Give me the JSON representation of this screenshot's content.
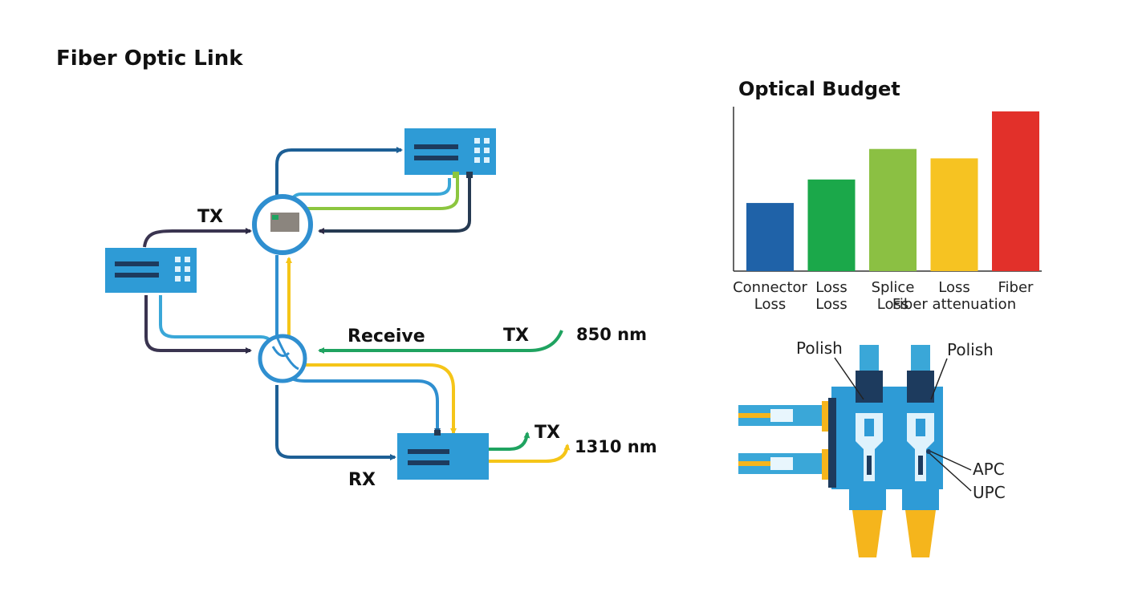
{
  "diagram": {
    "title": "Fiber Optic Link",
    "labels": {
      "tx_top": "TX",
      "receive": "Receive",
      "tx_mid": "TX",
      "wavelength_850": "850 nm",
      "tx_low": "TX",
      "wavelength_1310": "1310 nm",
      "rx": "RX"
    },
    "colors": {
      "device": "#2e9bd6",
      "device_dark": "#1d3b5e",
      "fiber_blue": "#2f8fd0",
      "fiber_teal": "#3aa7d8",
      "fiber_dark": "#3a3450",
      "fiber_green": "#1fa360",
      "fiber_lime": "#8cc63f",
      "fiber_yellow": "#f5c518"
    }
  },
  "chart_data": {
    "type": "bar",
    "title": "Optical Budget",
    "categories": [
      [
        "Connector",
        "Loss"
      ],
      [
        "Loss",
        "Loss"
      ],
      [
        "Splice",
        "Loss"
      ],
      [
        "Loss",
        "Fiber attenuation"
      ],
      [
        "Fiber",
        ""
      ]
    ],
    "values": [
      2.9,
      3.9,
      5.2,
      4.8,
      6.8
    ],
    "colors": [
      "#1f62a8",
      "#1ba84a",
      "#8bc043",
      "#f6c322",
      "#e2302a"
    ],
    "ylim": [
      0,
      7
    ],
    "grid": false
  },
  "connector": {
    "labels": {
      "polish_left": "Polish",
      "polish_right": "Polish",
      "apc": "APC",
      "upc": "UPC"
    }
  }
}
